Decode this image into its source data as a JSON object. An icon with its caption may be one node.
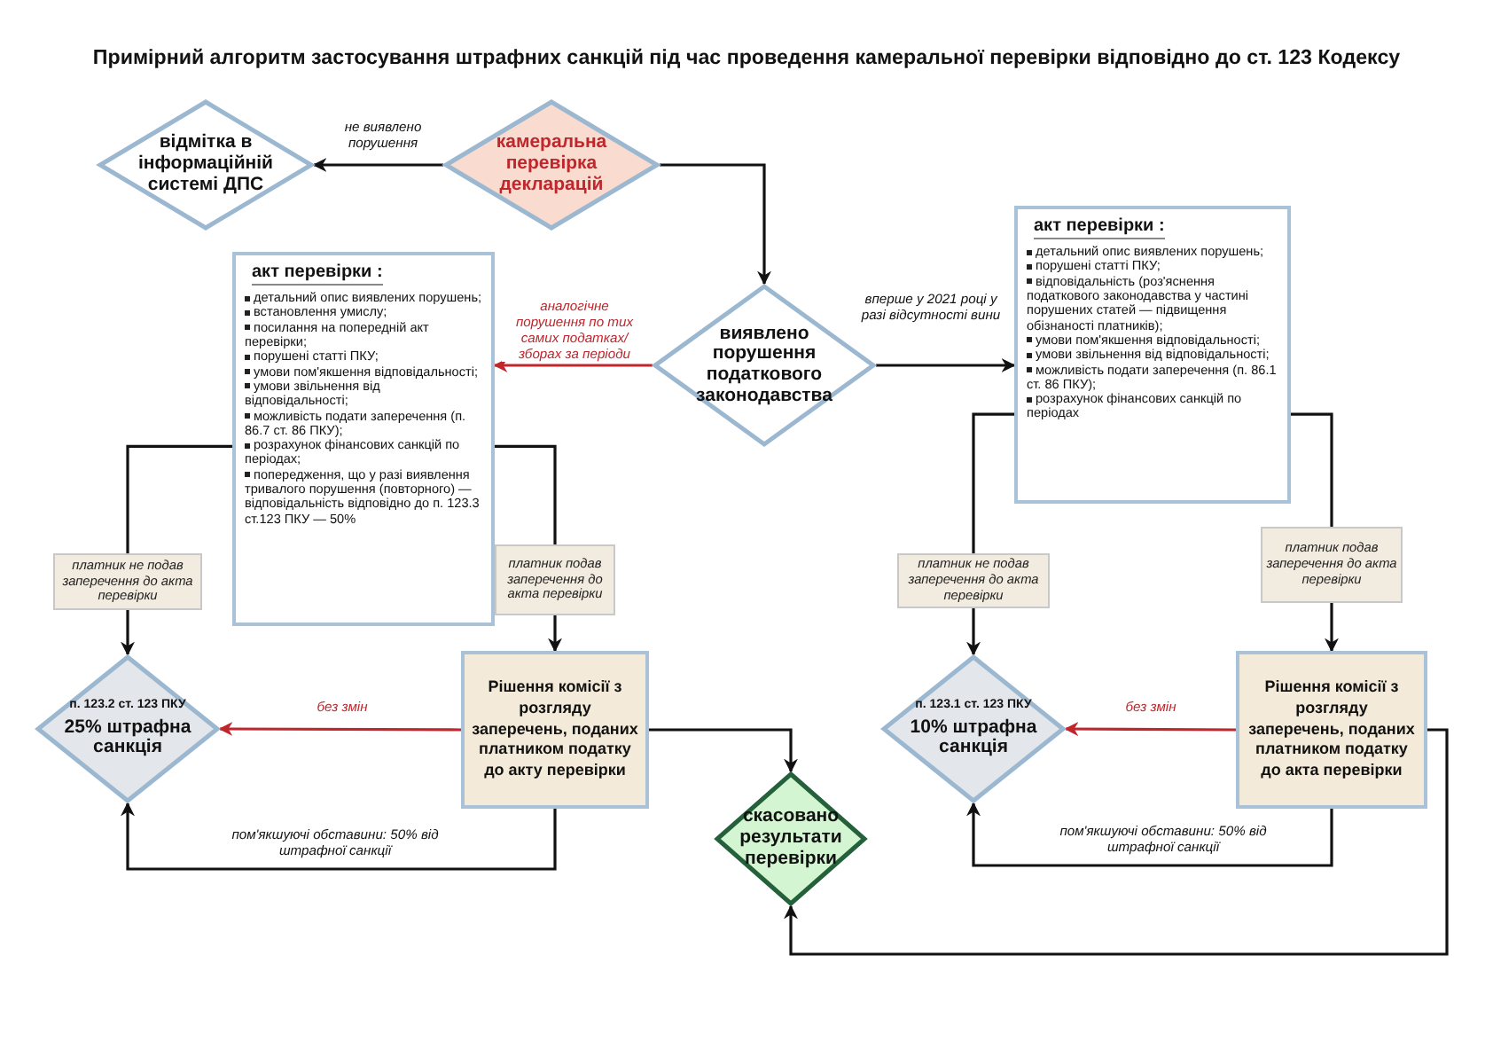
{
  "diagram": {
    "title": "Примірний алгоритм застосування штрафних санкцій під час проведення камеральної перевірки відповідно до ст. 123 Кодексу",
    "nodes": [
      {
        "text": [
          "камеральна перевірка декларацій"
        ]
      },
      {
        "text": [
          "відмітка в інформаційній системі ДПС"
        ]
      },
      {
        "text": [
          "виявлено порушення податкового законодавства"
        ]
      },
      {
        "text": [
          "акт перевірки :",
          "детальний опис виявлених порушень;",
          "встановлення умислу;",
          "посилання на попередній акт перевірки;",
          "порушені статті ПКУ;",
          "умови пом'якшення відповідальності;",
          "умови звільнення від відповідальності;",
          "можливість подати заперечення (п. 86.7 ст. 86 ПКУ);",
          "розрахунок фінансових санкцій по періодах;",
          "попередження, що у разі виявлення тривалого порушення (повторного) — відповідальність відповідно до п. 123.3 ст.123 ПКУ — 50%"
        ]
      },
      {
        "text": [
          "акт перевірки :",
          "детальний опис виявлених порушень;",
          "порушені статті ПКУ;",
          "відповідальність (роз'яснення податкового законодавства у частині порушених статей — підвищення обізнаності платників);",
          "умови пом'якшення відповідальності;",
          "умови звільнення від відповідальності;",
          "можливість подати заперечення (п. 86.1 ст. 86 ПКУ);",
          "розрахунок фінансових санкцій по періодах"
        ]
      },
      {
        "text": [
          "платник не подав заперечення до акта перевірки"
        ]
      },
      {
        "text": [
          "платник подав заперечення до акта перевірки"
        ]
      },
      {
        "text": [
          "п. 123.2 ст. 123 ПКУ",
          "25% штрафна санкція"
        ]
      },
      {
        "text": [
          "Рішення комісії з розгляду заперечень, поданих платником податку до акту перевірки"
        ]
      },
      {
        "text": [
          "скасовано результати перевірки"
        ]
      },
      {
        "text": [
          "платник не подав заперечення до акта перевірки"
        ]
      },
      {
        "text": [
          "платник подав заперечення до акта перевірки"
        ]
      },
      {
        "text": [
          "п. 123.1 ст. 123 ПКУ",
          "10% штрафна санкція"
        ]
      },
      {
        "text": [
          "Рішення комісії з розгляду заперечень, поданих платником податку до акта перевірки"
        ]
      }
    ],
    "edges": [
      {
        "from": 0,
        "to": 1,
        "arrow": "to",
        "label": "не виявлено порушення"
      },
      {
        "from": 0,
        "to": 2,
        "arrow": "to"
      },
      {
        "from": 2,
        "to": 3,
        "arrow": "to",
        "label": "аналогічне порушення по тих самих податках/ зборах за періоди",
        "color": "#c0272d"
      },
      {
        "from": 2,
        "to": 4,
        "arrow": "to",
        "label": "вперше у 2021 році у разі відсутності вини"
      },
      {
        "from": 3,
        "to": 5,
        "arrow": "none"
      },
      {
        "from": 5,
        "to": 7,
        "arrow": "to"
      },
      {
        "from": 3,
        "to": 6,
        "arrow": "none"
      },
      {
        "from": 6,
        "to": 8,
        "arrow": "to"
      },
      {
        "from": 8,
        "to": 7,
        "arrow": "to",
        "label": "без змін",
        "color": "#c0272d"
      },
      {
        "from": 8,
        "to": 7,
        "arrow": "to",
        "label": "пом'якшуючі обставини: 50% від штрафної санкції"
      },
      {
        "from": 8,
        "to": 9,
        "arrow": "to"
      },
      {
        "from": 4,
        "to": 10,
        "arrow": "none"
      },
      {
        "from": 10,
        "to": 12,
        "arrow": "to"
      },
      {
        "from": 4,
        "to": 11,
        "arrow": "none"
      },
      {
        "from": 11,
        "to": 13,
        "arrow": "to"
      },
      {
        "from": 13,
        "to": 12,
        "arrow": "to",
        "label": "без змін",
        "color": "#c0272d"
      },
      {
        "from": 13,
        "to": 12,
        "arrow": "to",
        "label": "пом'якшуючі обставини: 50% від штрафної санкції"
      },
      {
        "from": 13,
        "to": 9,
        "arrow": "to"
      }
    ]
  }
}
